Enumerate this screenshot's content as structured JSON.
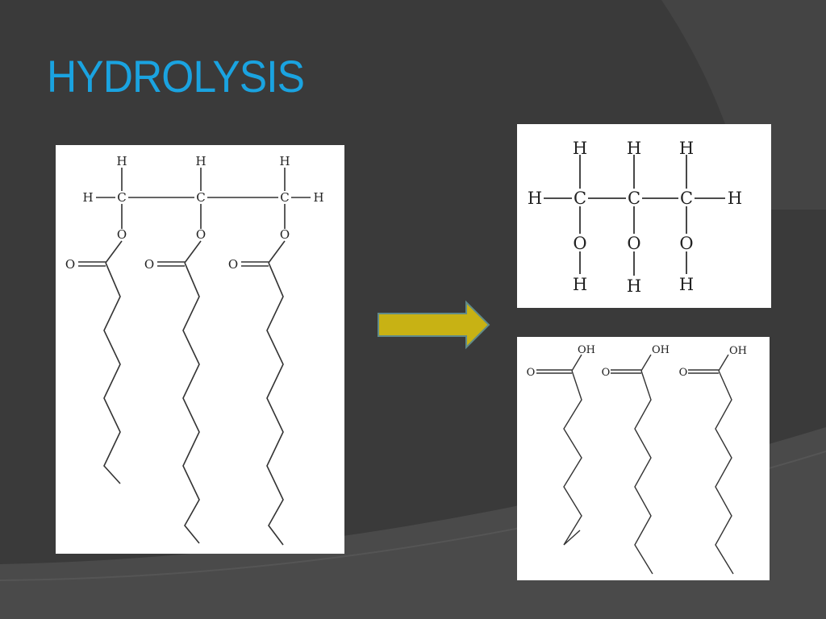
{
  "slide": {
    "title": "HYDROLYSIS",
    "accent_color": "#1aa3e0",
    "arrow_color": "#c8b214",
    "background_color": "#3a3a3a"
  },
  "triglyceride": {
    "atoms": {
      "hydrogen": "H",
      "carbon": "C",
      "oxygen": "O"
    }
  },
  "glycerol": {
    "atoms": {
      "hydrogen": "H",
      "carbon": "C",
      "oxygen": "O"
    }
  },
  "fatty_acids": {
    "hydroxyl_label": "OH",
    "carbonyl_label": "O"
  }
}
